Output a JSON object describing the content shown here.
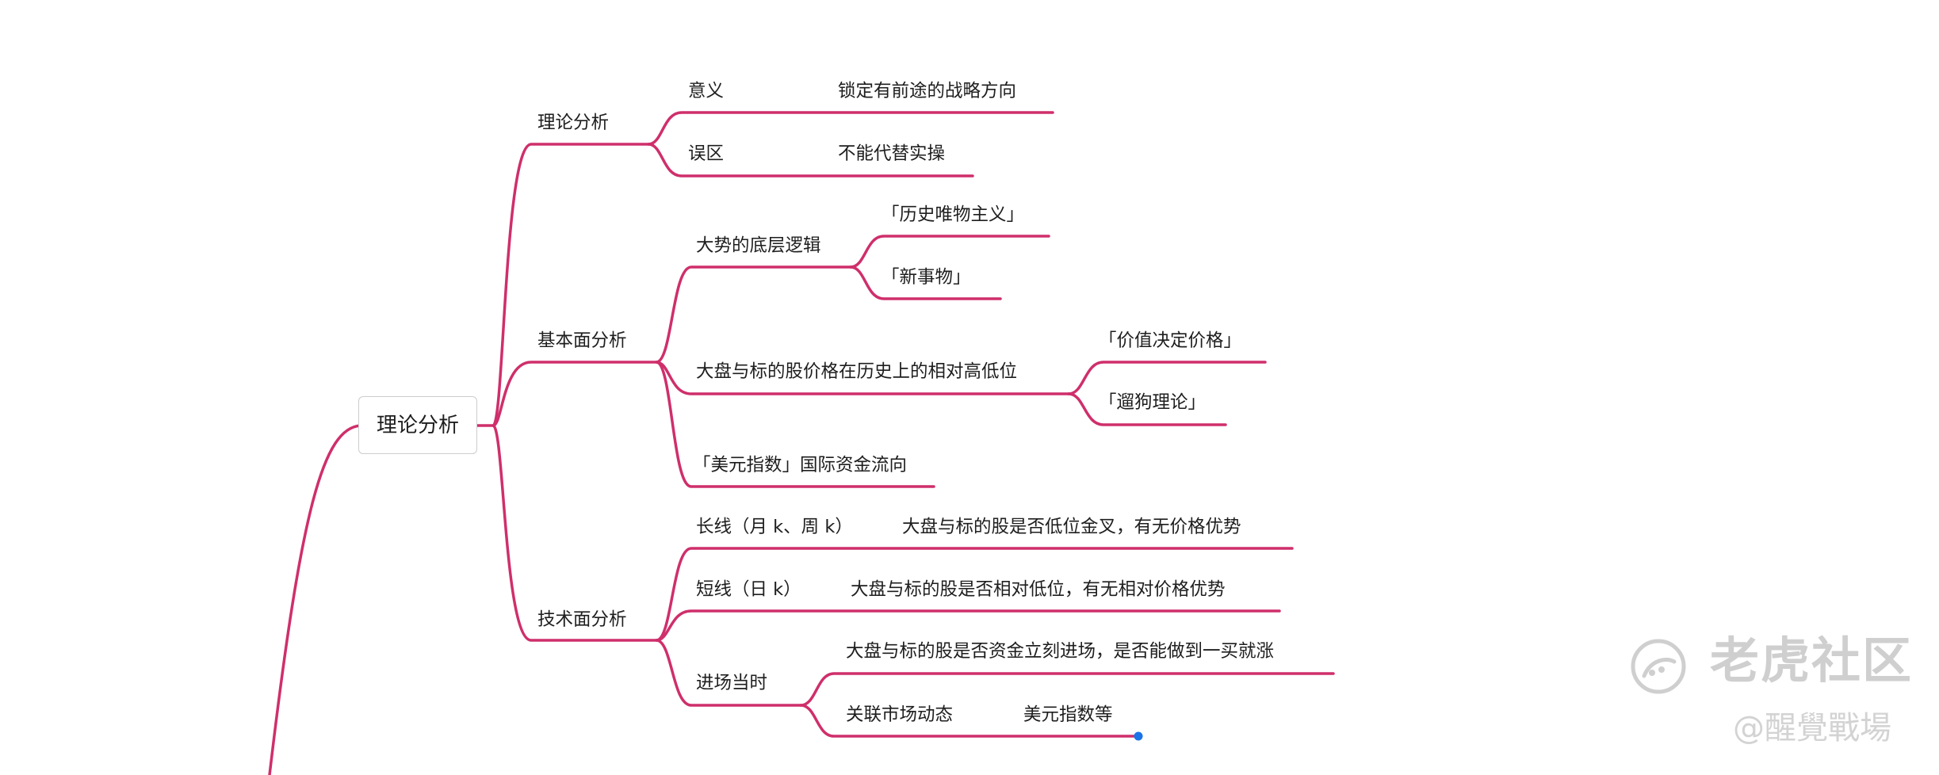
{
  "colors": {
    "branch": "#cf2f6b",
    "root_border": "#cdcdcd",
    "handle": "#1a73e8",
    "watermark": "#cfcfcf"
  },
  "root": {
    "label": "理论分析"
  },
  "branches": [
    {
      "label": "理论分析",
      "children": [
        {
          "label": "意义",
          "note": "锁定有前途的战略方向"
        },
        {
          "label": "误区",
          "note": "不能代替实操"
        }
      ]
    },
    {
      "label": "基本面分析",
      "children": [
        {
          "label": "大势的底层逻辑",
          "subs": [
            "「历史唯物主义」",
            "「新事物」"
          ]
        },
        {
          "label": "大盘与标的股价格在历史上的相对高低位",
          "subs": [
            "「价值决定价格」",
            "「遛狗理论」"
          ]
        },
        {
          "label": "「美元指数」国际资金流向"
        }
      ]
    },
    {
      "label": "技术面分析",
      "children": [
        {
          "label": "长线（月 k、周 k）",
          "note": "大盘与标的股是否低位金叉，有无价格优势"
        },
        {
          "label": "短线（日 k）",
          "note": "大盘与标的股是否相对低位，有无相对价格优势"
        },
        {
          "label": "进场当时",
          "subs": [
            "大盘与标的股是否资金立刻进场，是否能做到一买就涨",
            "关联市场动态"
          ],
          "sub_note": "美元指数等"
        }
      ]
    }
  ],
  "watermark": {
    "logo_icon": "tiger-logo-icon",
    "brand": "老虎社区",
    "handle": "@醒覺戰場"
  }
}
